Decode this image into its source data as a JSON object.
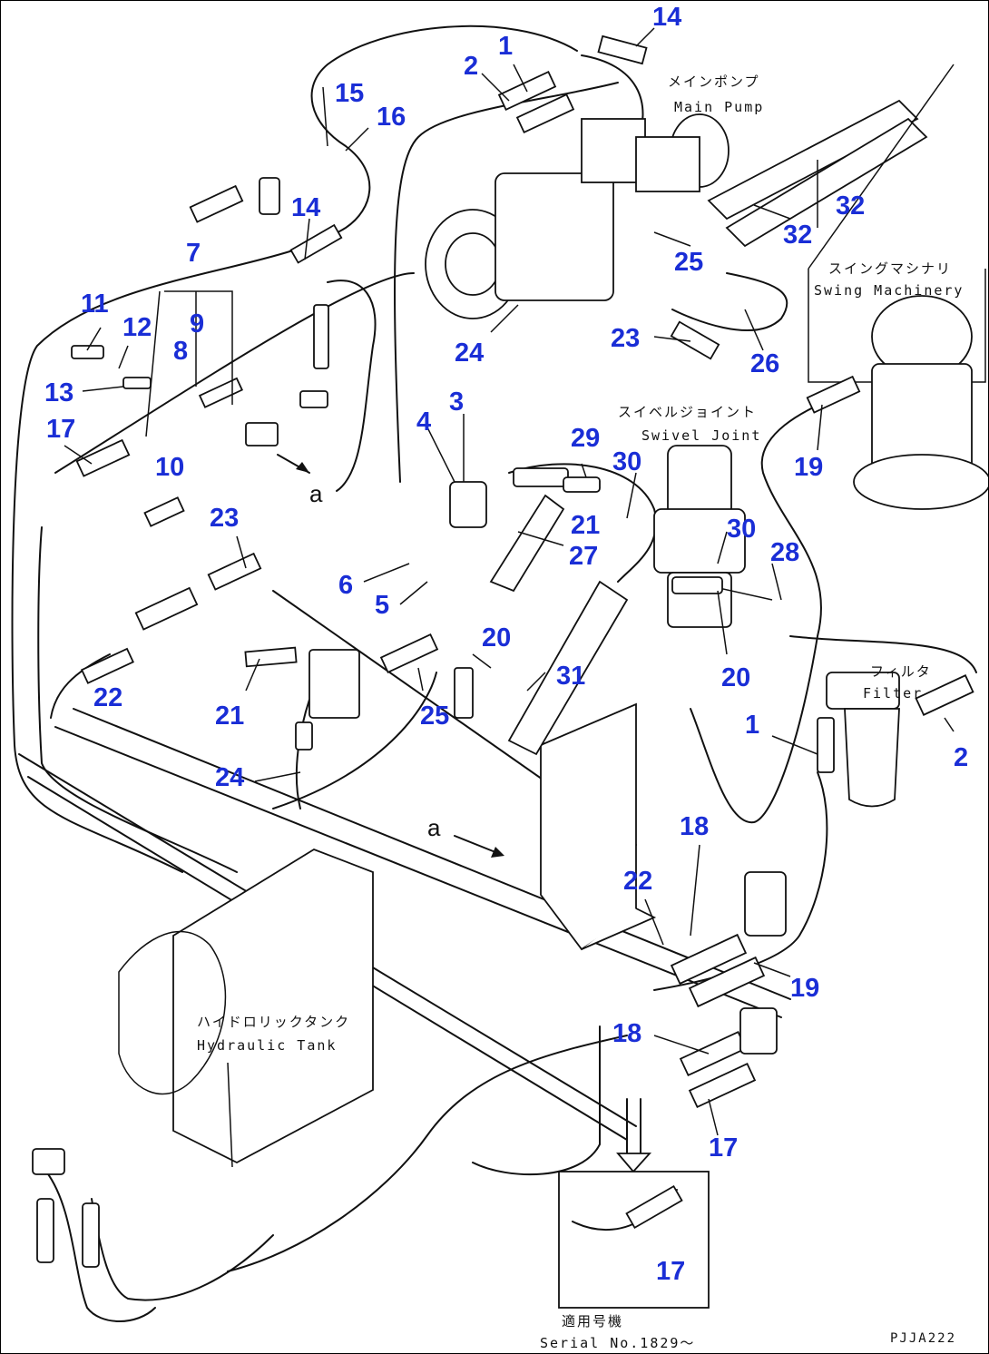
{
  "callouts": {
    "c1_top": "1",
    "c2_top": "2",
    "c14_top": "14",
    "c15": "15",
    "c16": "16",
    "c14_left": "14",
    "c7": "7",
    "c11": "11",
    "c12": "12",
    "c9": "9",
    "c8": "8",
    "c13": "13",
    "c17_left": "17",
    "c10": "10",
    "c23_left": "23",
    "c25_top": "25",
    "c24_top": "24",
    "c23_mid": "23",
    "c26": "26",
    "c32_a": "32",
    "c32_b": "32",
    "c19_right": "19",
    "c4": "4",
    "c3": "3",
    "c29": "29",
    "c30_a": "30",
    "c30_b": "30",
    "c28": "28",
    "c21_mid": "21",
    "c27": "27",
    "c6": "6",
    "c5": "5",
    "c20_left": "20",
    "c20_right": "20",
    "c22_left": "22",
    "c21_left": "21",
    "c25_mid": "25",
    "c24_left": "24",
    "c31": "31",
    "c1_right": "1",
    "c2_right": "2",
    "c18_top": "18",
    "c22_mid": "22",
    "c19_bottom": "19",
    "c18_bottom": "18",
    "c17_right": "17",
    "c17_inset": "17"
  },
  "labels": {
    "main_pump_jp": "メインポンプ",
    "main_pump_en": "Main Pump",
    "swing_jp": "スイングマシナリ",
    "swing_en": "Swing Machinery",
    "swivel_jp": "スイベルジョイント",
    "swivel_en": "Swivel Joint",
    "filter_jp": "フィルタ",
    "filter_en": "Filter",
    "tank_jp": "ハイドロリックタンク",
    "tank_en": "Hydraulic Tank",
    "serial_jp": "適用号機",
    "serial_en": "Serial No.1829～",
    "view_a_1": "a",
    "view_a_2": "a",
    "drawing_code": "PJJA222"
  },
  "colors": {
    "callout": "#1a2ed6",
    "line": "#111111"
  }
}
